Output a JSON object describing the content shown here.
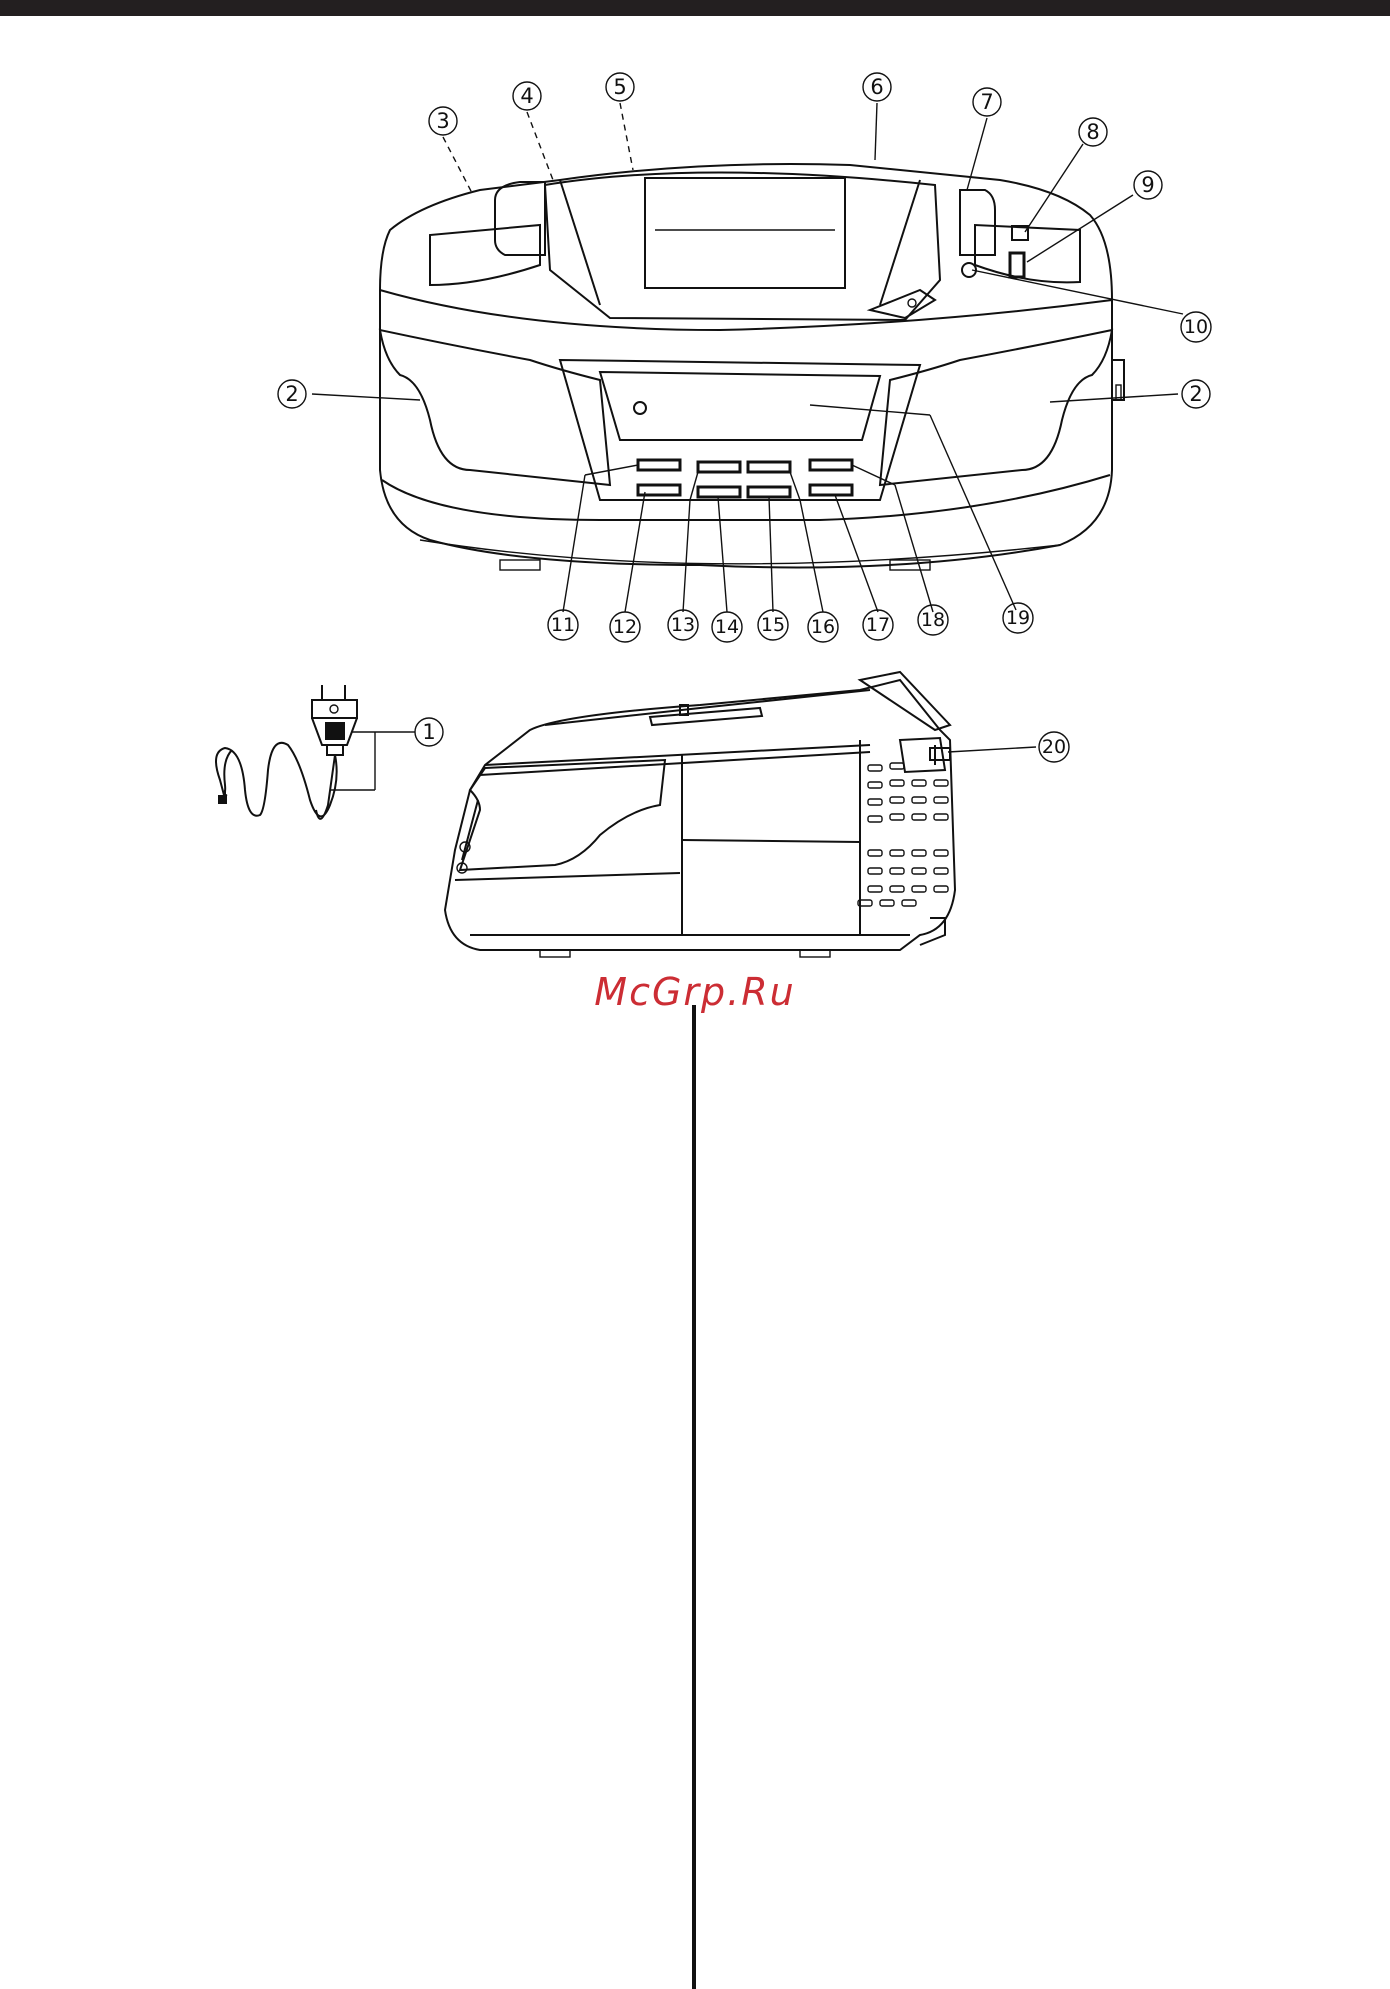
{
  "callouts": [
    {
      "id": "c1",
      "label": "1"
    },
    {
      "id": "c2a",
      "label": "2"
    },
    {
      "id": "c2b",
      "label": "2"
    },
    {
      "id": "c3",
      "label": "3"
    },
    {
      "id": "c4",
      "label": "4"
    },
    {
      "id": "c5",
      "label": "5"
    },
    {
      "id": "c6",
      "label": "6"
    },
    {
      "id": "c7",
      "label": "7"
    },
    {
      "id": "c8",
      "label": "8"
    },
    {
      "id": "c9",
      "label": "9"
    },
    {
      "id": "c10",
      "label": "10"
    },
    {
      "id": "c11",
      "label": "11"
    },
    {
      "id": "c12",
      "label": "12"
    },
    {
      "id": "c13",
      "label": "13"
    },
    {
      "id": "c14",
      "label": "14"
    },
    {
      "id": "c15",
      "label": "15"
    },
    {
      "id": "c16",
      "label": "16"
    },
    {
      "id": "c17",
      "label": "17"
    },
    {
      "id": "c18",
      "label": "18"
    },
    {
      "id": "c19",
      "label": "19"
    },
    {
      "id": "c20",
      "label": "20"
    }
  ],
  "watermark": "McGrp.Ru",
  "colors": {
    "ink": "#111111",
    "header_bar": "#231f20",
    "watermark": "#cc2d34"
  }
}
